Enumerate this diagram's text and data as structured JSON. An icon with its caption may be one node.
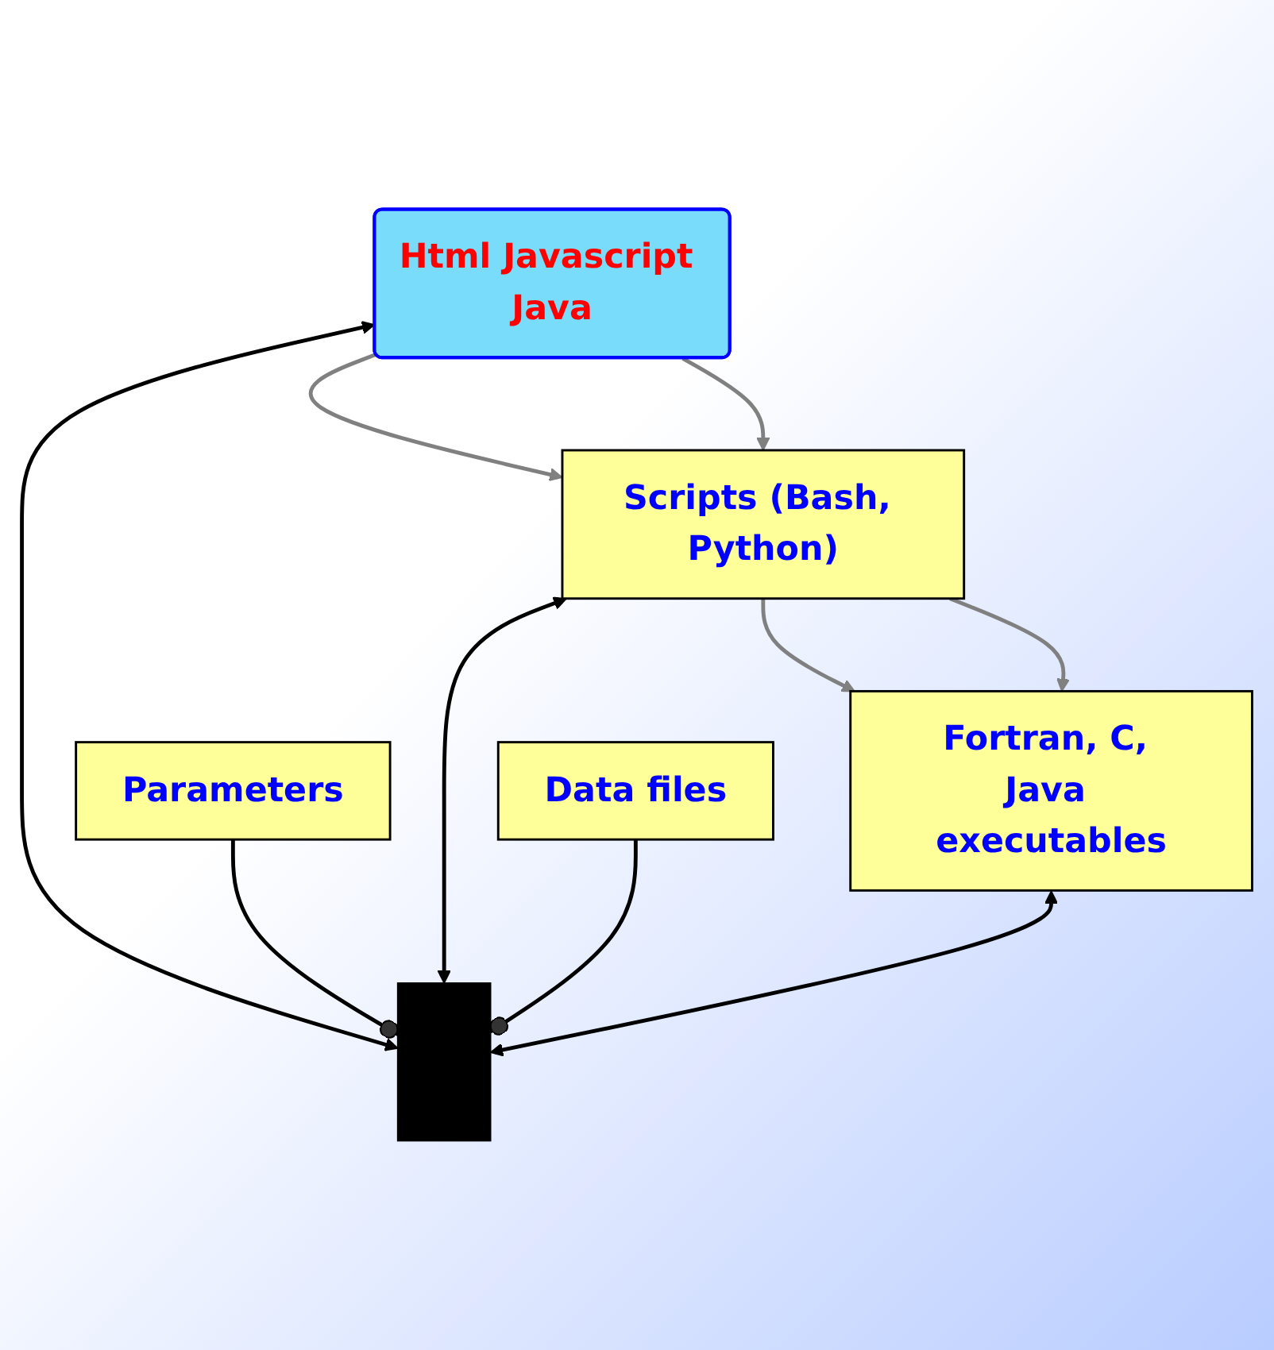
{
  "diagram": {
    "nodes": [
      {
        "text": [
          "Html Javascript Java"
        ]
      },
      {
        "text": [],
        "shape": "bar"
      },
      {
        "text": [
          "Parameters"
        ]
      },
      {
        "text": [
          "Scripts (Bash, Python)"
        ]
      },
      {
        "text": [
          "Data files"
        ]
      },
      {
        "text": [
          "Fortran, C, Java executables"
        ]
      }
    ],
    "edges": [
      {
        "from": 0,
        "to": 1,
        "arrow": "both"
      },
      {
        "from": 0,
        "to": 3,
        "arrow": "to",
        "color": "#808080"
      },
      {
        "from": 0,
        "to": 3,
        "arrow": "to",
        "color": "#808080"
      },
      {
        "from": 2,
        "to": 1,
        "arrow": "other"
      },
      {
        "from": 3,
        "to": 1,
        "arrow": "both"
      },
      {
        "from": 3,
        "to": 5,
        "arrow": "to",
        "color": "#808080"
      },
      {
        "from": 3,
        "to": 5,
        "arrow": "to",
        "color": "#808080"
      },
      {
        "from": 4,
        "to": 1,
        "arrow": "other"
      },
      {
        "from": 5,
        "to": 1,
        "arrow": "both"
      }
    ]
  }
}
